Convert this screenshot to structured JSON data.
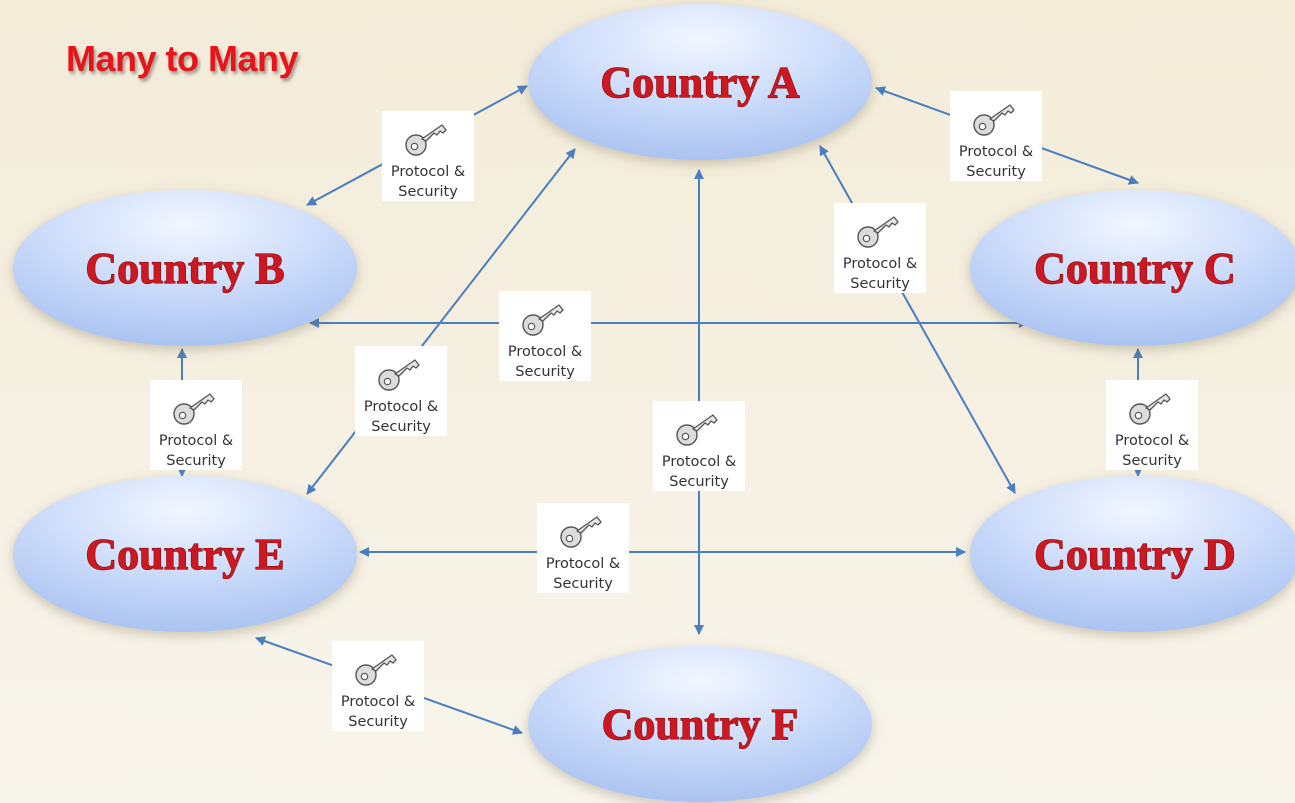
{
  "title": "Many to Many",
  "colors": {
    "node_fill_light": "#f2f6ff",
    "node_fill_dark": "#a9c2f0",
    "node_text": "#cc1820",
    "title_text": "#e8141c",
    "connector": "#4a7ec0"
  },
  "nodes": [
    {
      "id": "A",
      "label": "Country A"
    },
    {
      "id": "B",
      "label": "Country B"
    },
    {
      "id": "C",
      "label": "Country C"
    },
    {
      "id": "D",
      "label": "Country D"
    },
    {
      "id": "E",
      "label": "Country E"
    },
    {
      "id": "F",
      "label": "Country F"
    }
  ],
  "connection_label": {
    "line1": "Protocol &",
    "line2": "Security",
    "icon": "key-icon"
  },
  "connections": [
    {
      "from": "A",
      "to": "B"
    },
    {
      "from": "A",
      "to": "C"
    },
    {
      "from": "A",
      "to": "D"
    },
    {
      "from": "A",
      "to": "E"
    },
    {
      "from": "A",
      "to": "F"
    },
    {
      "from": "B",
      "to": "C"
    },
    {
      "from": "B",
      "to": "E"
    },
    {
      "from": "C",
      "to": "D"
    },
    {
      "from": "D",
      "to": "E"
    },
    {
      "from": "E",
      "to": "F"
    }
  ]
}
